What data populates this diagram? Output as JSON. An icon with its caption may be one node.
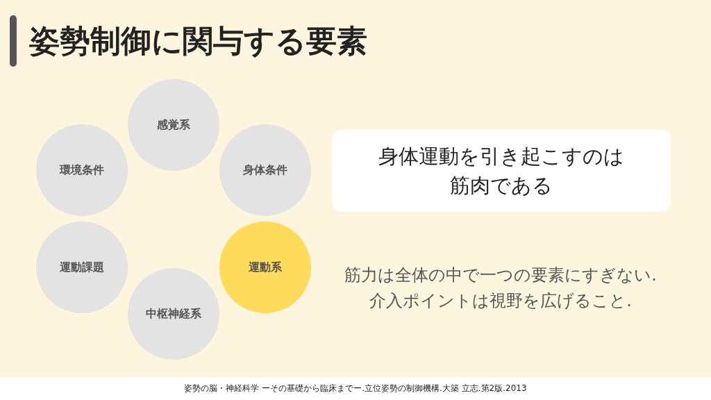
{
  "diagram": {
    "title": "姿勢制御に関与する要素",
    "nodes": [
      {
        "text": [
          "感覚系"
        ]
      },
      {
        "text": [
          "環境条件"
        ]
      },
      {
        "text": [
          "身体条件"
        ]
      },
      {
        "text": [
          "運動課題"
        ]
      },
      {
        "text": [
          "運動系"
        ]
      },
      {
        "text": [
          "中枢神経系"
        ]
      },
      {
        "text": [
          "身体運動を引き起こすのは筋肉である"
        ]
      }
    ],
    "labels": [
      "筋力は全体の中で一つの要素にすぎない.介入ポイントは視野を広げること."
    ],
    "caption": "姿勢の脳・神経科学 ーその基礎から臨床までー.立位姿勢の制御機構.大築 立志.第2版.2013"
  }
}
